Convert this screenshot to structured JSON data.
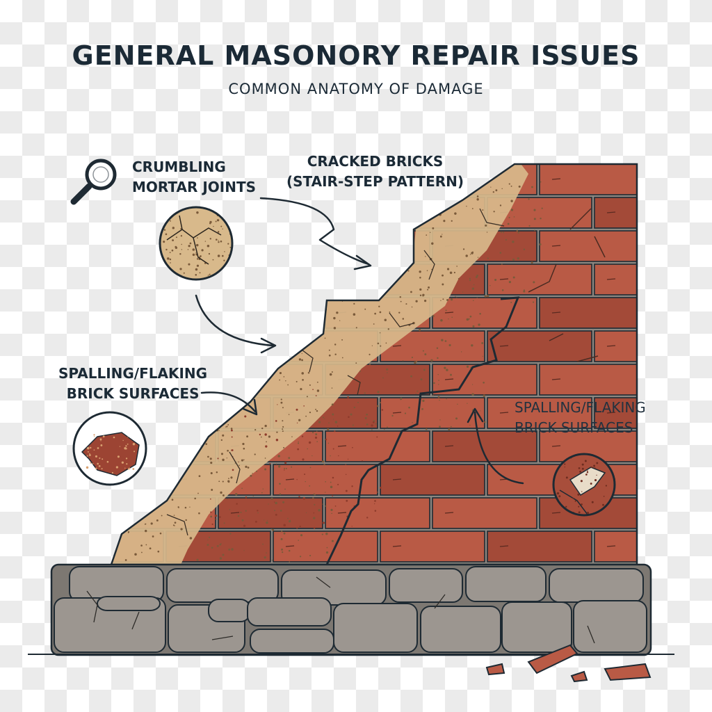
{
  "header": {
    "title": "GENERAL MASONORY REPAIR ISSUES",
    "subtitle": "COMMON ANATOMY OF DAMAGE"
  },
  "callouts": {
    "crumbling_mortar": {
      "line1": "CRUMBLING",
      "line2": "MORTAR JOINTS",
      "icon": "magnifier-icon"
    },
    "cracked_bricks": {
      "line1": "CRACKED BRICKS",
      "line2": "(STAIR-STEP PATTERN)"
    },
    "spalling_left": {
      "line1": "SPALLING/FLAKING",
      "line2": "BRICK SURFACES"
    },
    "spalling_right": {
      "line1": "SPALLING/FLAKING",
      "line2": "BRICK SURFACES"
    }
  },
  "colors": {
    "brick": "#b95a45",
    "brick_dark": "#a34a38",
    "mortar_damage": "#d9b98a",
    "stone": "#9c9690",
    "outline": "#1e2a33",
    "text": "#1b2a36"
  }
}
